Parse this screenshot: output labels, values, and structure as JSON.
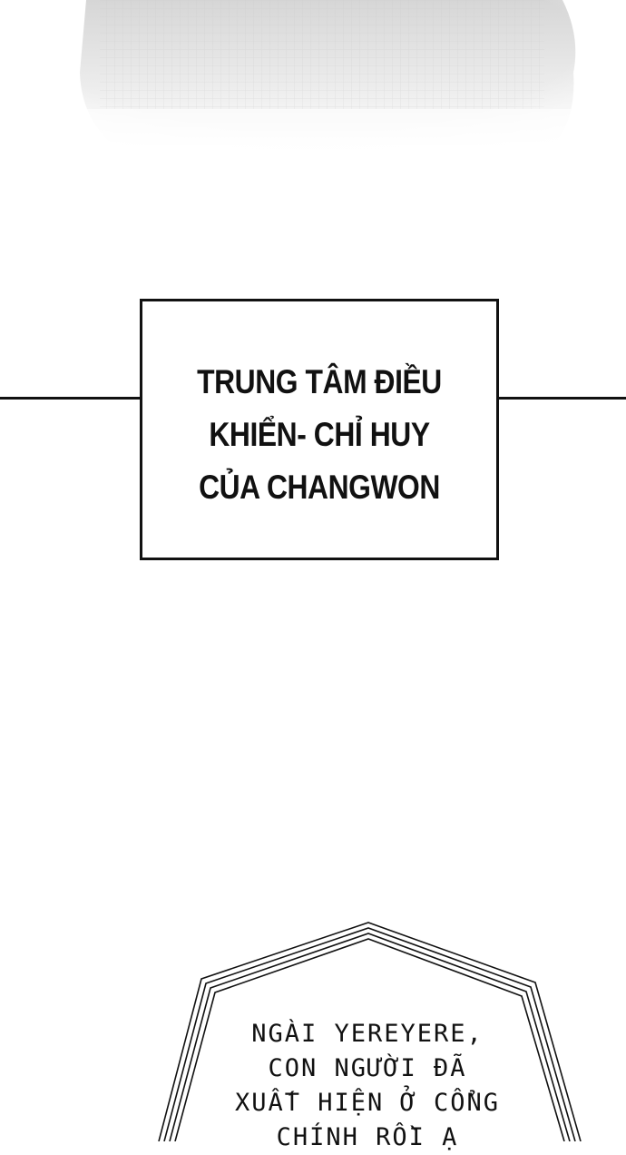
{
  "caption": {
    "lines": [
      "TRUNG TÂM ĐIỀU",
      "KHIỂN- CHỈ HUY",
      "CỦA CHANGWON"
    ]
  },
  "speech": {
    "lines": [
      "NGÀI YEREYERE,",
      "CON NGƯỜI ĐÃ",
      "XUẤT HIỆN Ở CỔNG",
      "CHÍNH RỒI Ạ"
    ]
  },
  "colors": {
    "ink": "#111111",
    "paper": "#ffffff"
  }
}
